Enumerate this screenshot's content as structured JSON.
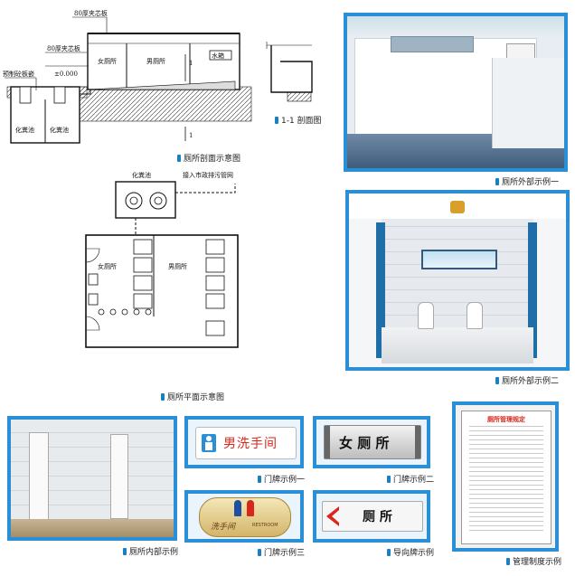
{
  "section_diagram": {
    "top_panel_label": "80厚夹芯板",
    "side_panel_label": "80厚夹芯板",
    "slab_label": "预制砼板嵌",
    "level_label": "±0.000",
    "tank_label_left": "化粪池",
    "tank_label_right": "化粪池",
    "room_female": "女厕所",
    "room_male": "男厕所",
    "water_tank": "水箱",
    "section_mark": "1",
    "caption": "厕所剖面示意图"
  },
  "detail_11": {
    "caption": "1-1 剖面图"
  },
  "plan_diagram": {
    "tank_label": "化粪池",
    "drain_label": "接入市政排污管网",
    "room_female": "女厕所",
    "room_male": "男厕所",
    "caption": "厕所平面示意图"
  },
  "exterior_1": {
    "caption": "厕所外部示例一"
  },
  "exterior_2": {
    "caption": "厕所外部示例二"
  },
  "interior": {
    "caption": "厕所内部示例"
  },
  "sign_1": {
    "text": "男洗手间",
    "caption": "门牌示例一"
  },
  "sign_2": {
    "text": "女 厕 所",
    "caption": "门牌示例二"
  },
  "sign_3": {
    "text": "洗手间",
    "sub_text": "RESTROOM",
    "caption": "门牌示例三"
  },
  "sign_4": {
    "text": "厕 所",
    "caption": "导向牌示例"
  },
  "rules_board": {
    "title": "厕所管理规定",
    "caption": "管理制度示例"
  },
  "colors": {
    "frame_blue": "#2a8fd6",
    "marker_blue": "#1b7fc4",
    "sign_red": "#d8261c"
  }
}
